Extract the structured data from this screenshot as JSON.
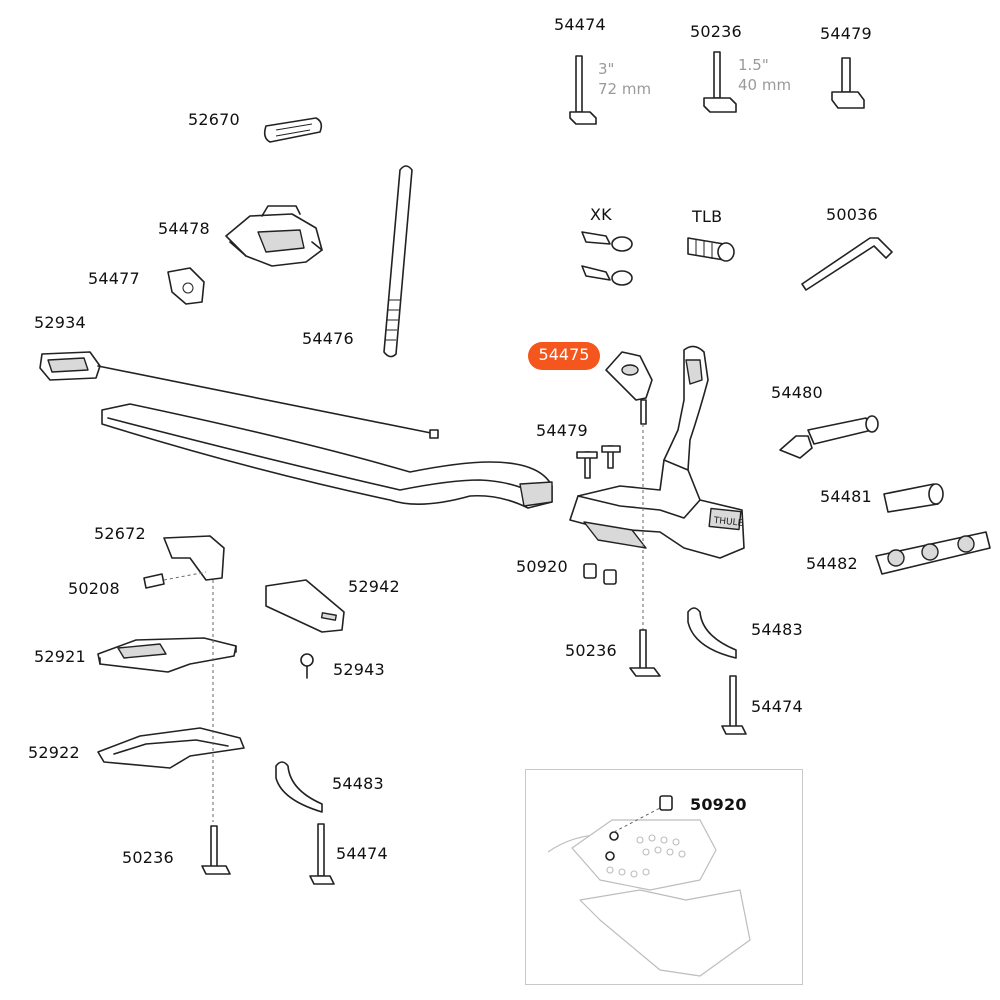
{
  "highlight_color": "#f4561d",
  "highlight_label": "54475",
  "part_labels": {
    "p54474_top": "54474",
    "p50236_top": "50236",
    "p54479_top": "54479",
    "p52670": "52670",
    "p54478": "54478",
    "p54477": "54477",
    "p52934": "52934",
    "p54476": "54476",
    "pXK": "XK",
    "pTLB": "TLB",
    "p50036": "50036",
    "p54479_mid": "54479",
    "p54480": "54480",
    "p54481": "54481",
    "p54482": "54482",
    "p50920": "50920",
    "p52672": "52672",
    "p50208": "50208",
    "p52942": "52942",
    "p52921": "52921",
    "p52943": "52943",
    "p54483_right": "54483",
    "p50236_mid": "50236",
    "p54474_right": "54474",
    "p52922": "52922",
    "p54483_bottom": "54483",
    "p54474_bottom": "54474",
    "p50236_bottom": "50236",
    "p50920_inset": "50920"
  },
  "dimensions": {
    "bolt_54474_imperial": "3\"",
    "bolt_54474_metric": "72 mm",
    "bolt_50236_imperial": "1.5\"",
    "bolt_50236_metric": "40 mm"
  },
  "brand_mark": "THULE"
}
